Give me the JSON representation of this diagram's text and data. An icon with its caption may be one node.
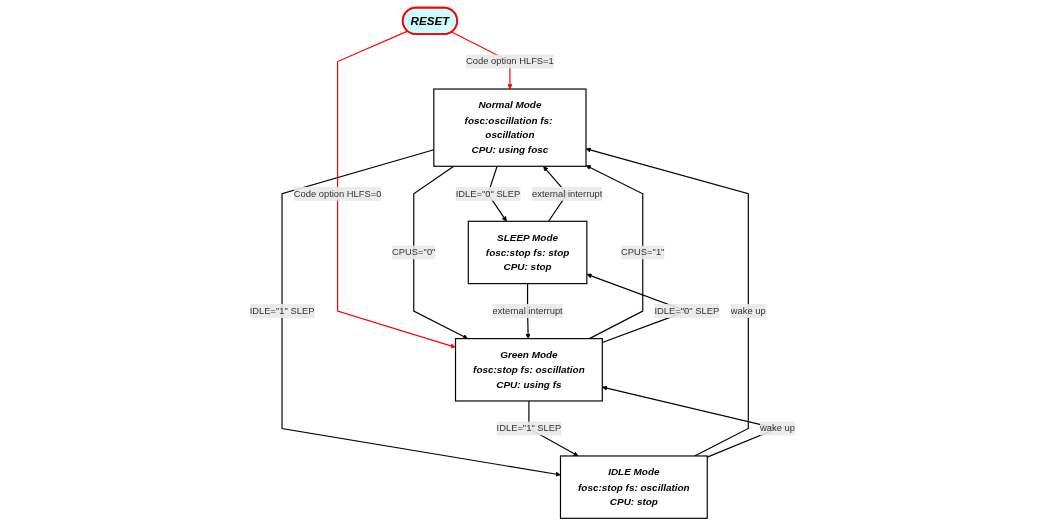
{
  "diagram": {
    "nodes": [
      {
        "text": [
          "Normal Mode",
          "fosc:oscillation fs: oscillation",
          "CPU: using fosc"
        ]
      },
      {
        "text": [
          "RESET"
        ]
      },
      {
        "text": [
          "SLEEP Mode",
          "fosc:stop fs: stop",
          "CPU: stop"
        ]
      },
      {
        "text": [
          "Green Mode",
          "fosc:stop fs: oscillation",
          "CPU: using fs"
        ]
      },
      {
        "text": [
          "IDLE Mode",
          "fosc:stop fs: oscillation",
          "CPU: stop"
        ]
      }
    ],
    "edges": [
      {
        "from": 1,
        "to": 0,
        "arrow": "to",
        "label": "Code option HLFS=1",
        "color": "#ff0000"
      },
      {
        "from": 1,
        "to": 3,
        "arrow": "to",
        "label": "Code option HLFS=0",
        "color": "#ff0000"
      },
      {
        "from": 2,
        "to": 0,
        "arrow": "to",
        "label": "external interrupt"
      },
      {
        "from": 0,
        "to": 2,
        "arrow": "to",
        "label": "IDLE=\"0\" SLEP"
      },
      {
        "from": 3,
        "to": 0,
        "arrow": "to",
        "label": "CPUS=\"1\""
      },
      {
        "from": 0,
        "to": 3,
        "arrow": "to",
        "label": "CPUS=\"0\""
      },
      {
        "from": 0,
        "to": 4,
        "arrow": "to",
        "label": "IDLE=\"1\" SLEP"
      },
      {
        "from": 4,
        "to": 0,
        "arrow": "to",
        "label": "wake up"
      },
      {
        "from": 2,
        "to": 3,
        "arrow": "to",
        "label": "external interrupt"
      },
      {
        "from": 3,
        "to": 2,
        "arrow": "to",
        "label": "IDLE=\"0\" SLEP"
      },
      {
        "from": 3,
        "to": 4,
        "arrow": "to",
        "label": "IDLE=\"1\" SLEP"
      },
      {
        "from": 4,
        "to": 3,
        "arrow": "to",
        "label": "wake up"
      }
    ]
  }
}
